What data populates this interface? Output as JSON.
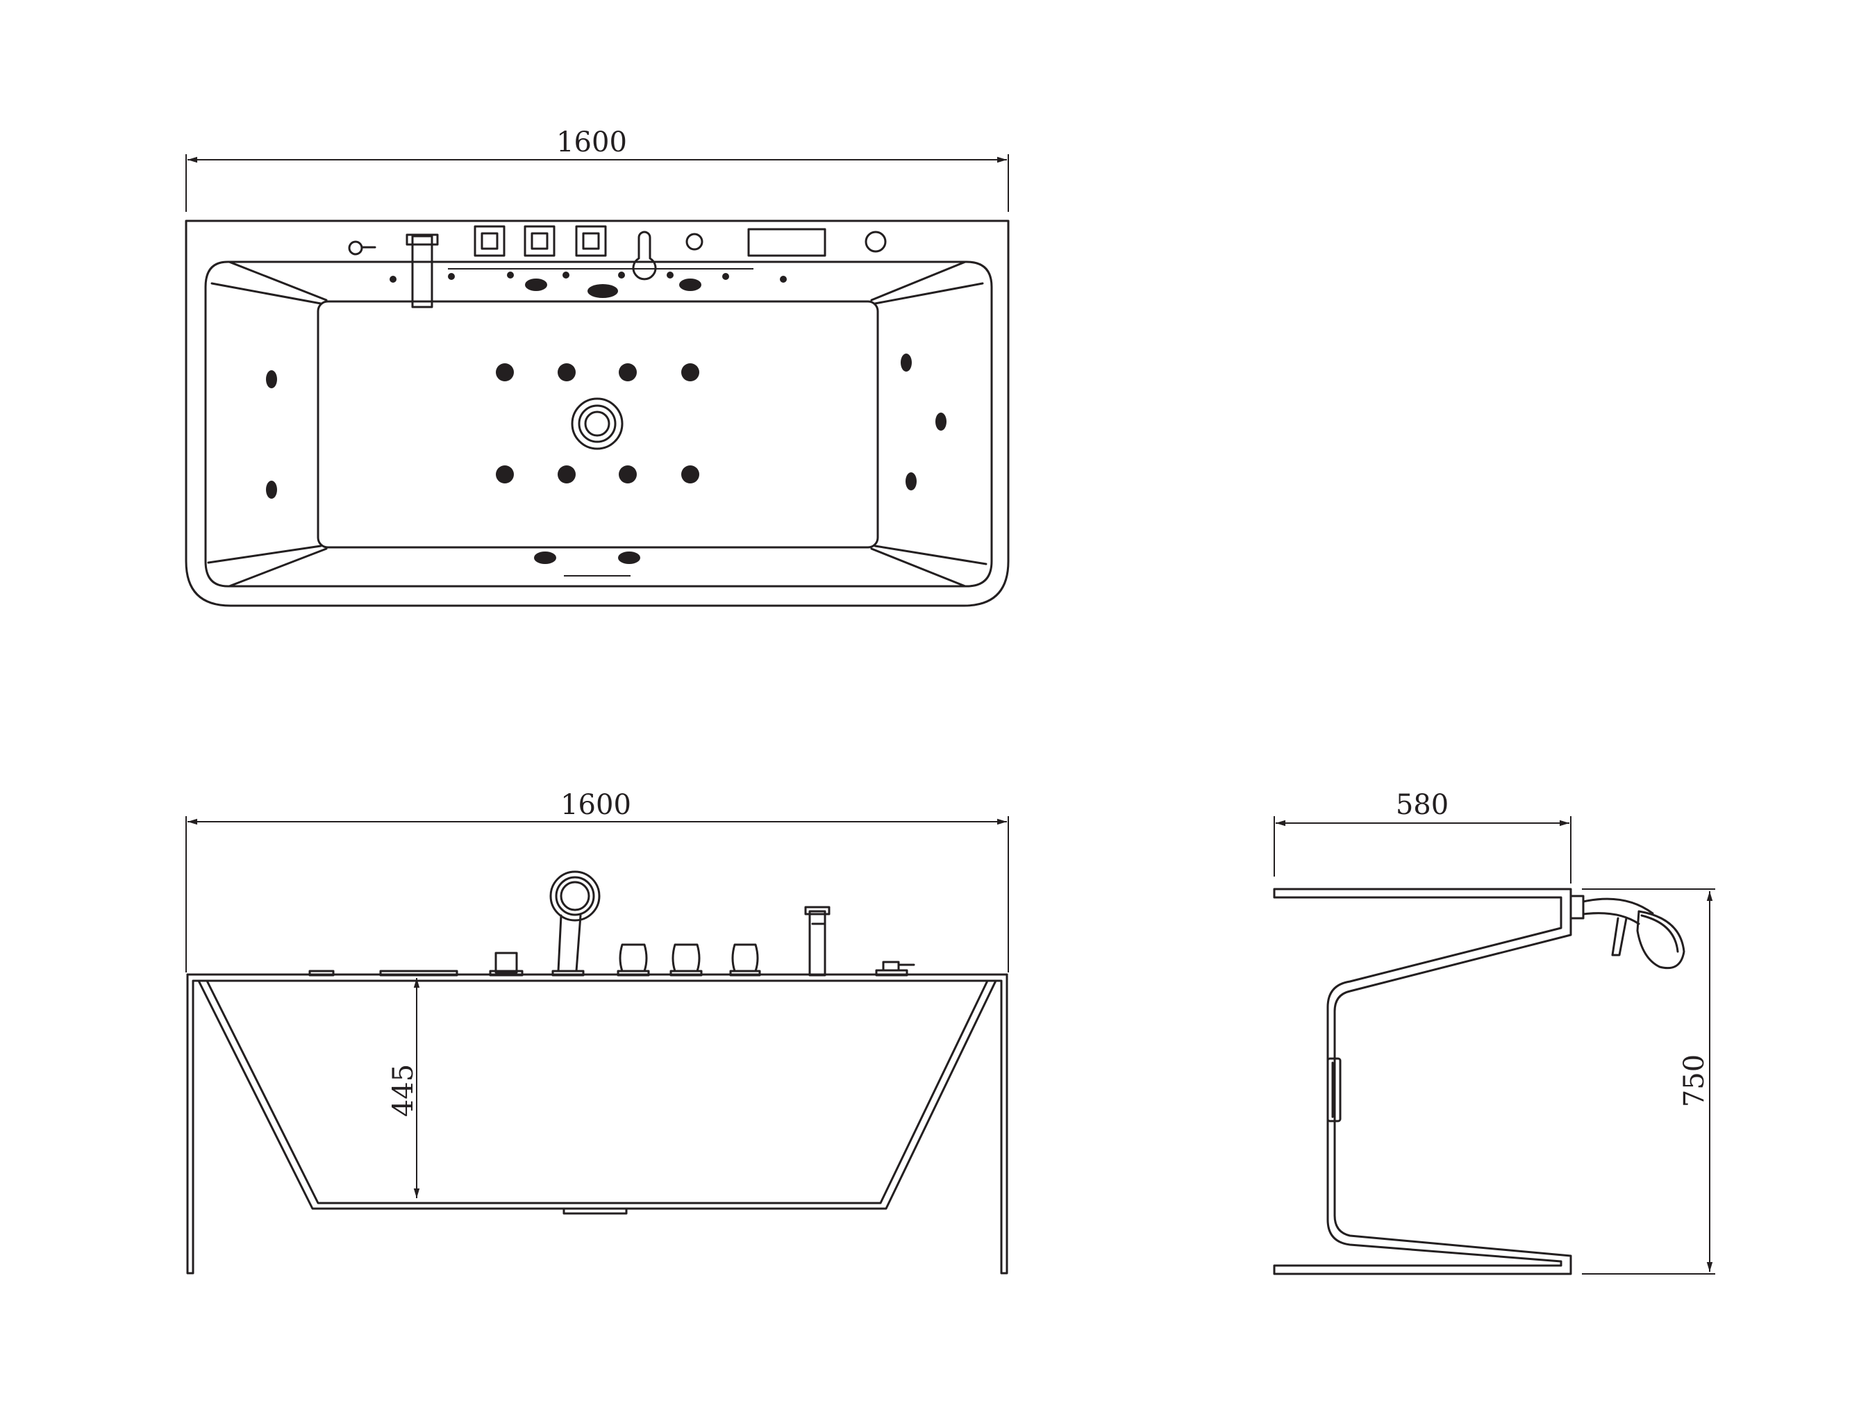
{
  "top_view": {
    "width_label": "1600"
  },
  "front_view": {
    "width_label": "1600",
    "depth_label": "445"
  },
  "side_view": {
    "width_label": "580",
    "height_label": "750"
  }
}
